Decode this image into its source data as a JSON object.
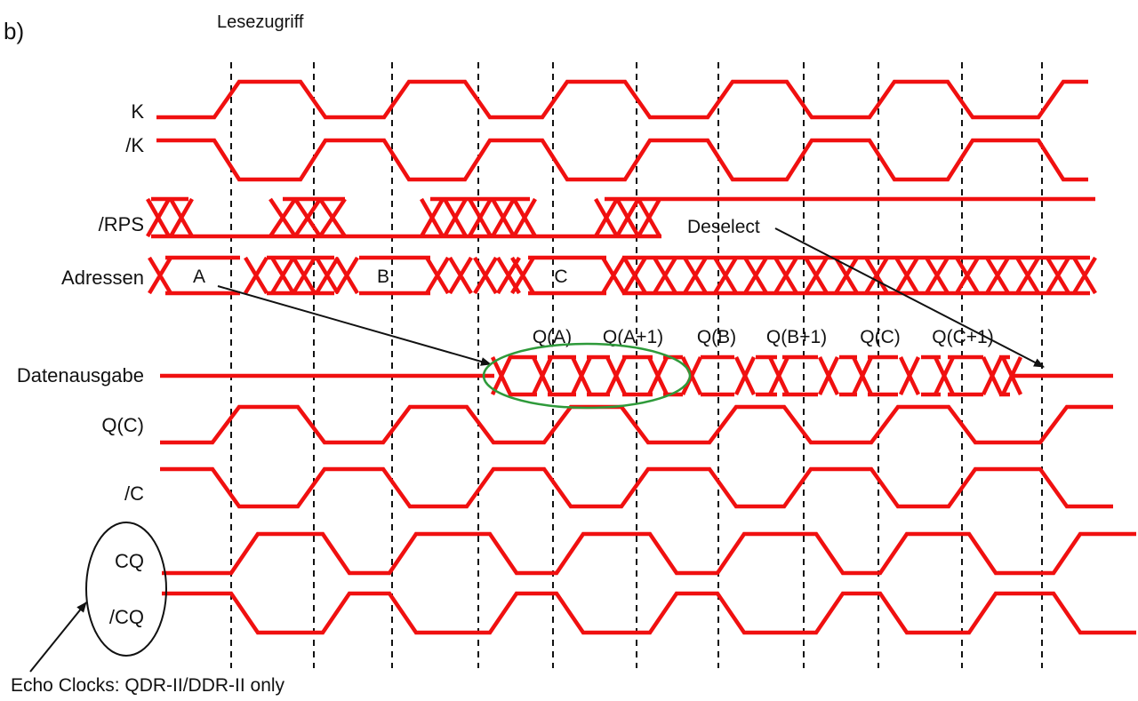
{
  "panel_label": "b)",
  "title": "Lesezugriff",
  "signals": {
    "k": "K",
    "k_bar": "/K",
    "rps": "/RPS",
    "addresses": "Adressen",
    "data_out": "Datenausgabe",
    "qc": "Q(C)",
    "c_bar": "/C",
    "cq": "CQ",
    "cq_bar": "/CQ"
  },
  "addresses": [
    "A",
    "B",
    "C"
  ],
  "outputs": [
    "Q(A)",
    "Q(A+1)",
    "Q(B)",
    "Q(B+1)",
    "Q(C)",
    "Q(C+1)"
  ],
  "annotations": {
    "deselect": "Deselect",
    "echo_clocks": "Echo Clocks: QDR-II/DDR-II only"
  },
  "colors": {
    "signal": "#f01010",
    "grid": "#111111",
    "highlight_ellipse": "#2e9a3a",
    "text": "#111111"
  }
}
